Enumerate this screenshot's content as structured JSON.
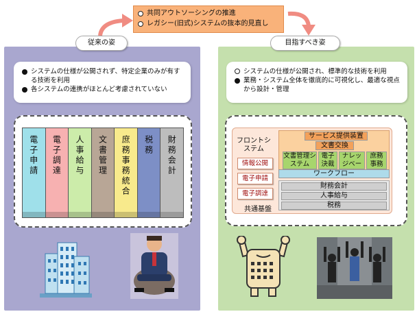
{
  "banner": {
    "items": [
      "共同アウトソーシングの推進",
      "レガシー(旧式)システムの抜本的見直し"
    ]
  },
  "left": {
    "title": "従来の姿",
    "notes": [
      "システムの仕様が公開されず、特定企業のみが有する技術を利用",
      "各システムの連携がほとんど考慮されていない"
    ],
    "columns": [
      {
        "label": "電子申請",
        "color": "#9fe0ea"
      },
      {
        "label": "電子調達",
        "color": "#f7b1b1"
      },
      {
        "label": "人事給与",
        "color": "#ccecaa"
      },
      {
        "label": "文書管理",
        "color": "#b8a696"
      },
      {
        "label": "庶務事務統合",
        "color": "#f8ea8c"
      },
      {
        "label": "税務",
        "color": "#7d8fc6"
      },
      {
        "label": "財務会計",
        "color": "#bdbdbd"
      }
    ]
  },
  "right": {
    "title": "目指すべき姿",
    "notes": [
      "システムの仕様が公開され、標準的な技術を利用",
      "業務・システム全体を徹底的に可視化し、最適な視点から設計・管理"
    ],
    "front_title": "フロントシステム",
    "front_items": [
      "情報公開",
      "電子申請",
      "電子調達"
    ],
    "common_label": "共通基盤",
    "service": "サービス提供装置",
    "doc_exchange": "文書交換",
    "green_items": [
      "文書管理システム",
      "電子決裁",
      "ナレッジベース",
      "庶務事務"
    ],
    "workflow": "ワークフロー",
    "gray_items": [
      "財務会計",
      "人事給与",
      "税務"
    ]
  },
  "colors": {
    "left_panel": "#a9a7cf",
    "right_panel": "#c5e0ad",
    "banner": "#f9b27a",
    "arrow": "#f08c82"
  }
}
